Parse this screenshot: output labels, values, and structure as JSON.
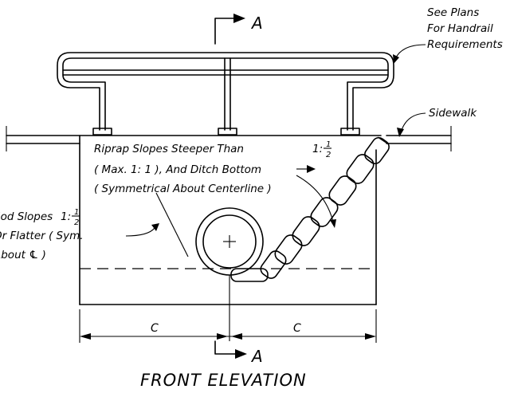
{
  "section_top": "A",
  "section_bottom": "A",
  "title": "FRONT ELEVATION",
  "handrail_note": [
    "See Plans",
    "For Handrail",
    "Requirements"
  ],
  "sidewalk_label": "Sidewalk",
  "riprap_note": {
    "line1": "Riprap Slopes Steeper Than",
    "ratio1": "1:",
    "frac_num": "1",
    "frac_den": "2",
    "line2": "( Max. 1: 1 ), And Ditch Bottom",
    "line3": "( Symmetrical About Centerline )"
  },
  "sod_note": {
    "line1": "Sod Slopes",
    "ratio": "1:",
    "frac_num": "1",
    "frac_den": "2",
    "line2": "Or Flatter ( Sym.",
    "line3": "About ℄ )"
  },
  "dim_left": "C",
  "dim_right": "C"
}
